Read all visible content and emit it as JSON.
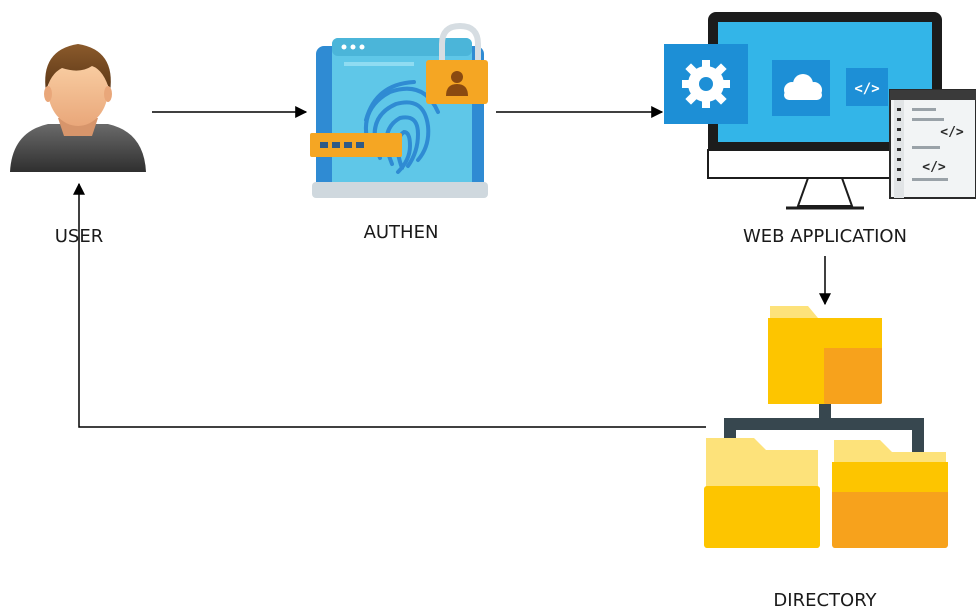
{
  "diagram": {
    "nodes": [
      {
        "id": "user",
        "label": "USER",
        "icon": "user-icon"
      },
      {
        "id": "authen",
        "label": "AUTHEN",
        "icon": "fingerprint-lock-icon"
      },
      {
        "id": "web_application",
        "label": "WEB APPLICATION",
        "icon": "monitor-app-icon"
      },
      {
        "id": "directory",
        "label": "DIRECTORY",
        "icon": "folder-tree-icon"
      }
    ],
    "edges": [
      {
        "from": "user",
        "to": "authen"
      },
      {
        "from": "authen",
        "to": "web_application"
      },
      {
        "from": "web_application",
        "to": "directory"
      },
      {
        "from": "directory",
        "to": "user"
      }
    ],
    "colors": {
      "monitor_screen": "#33b5e8",
      "tile_blue": "#1d8fd6",
      "folder_yellow": "#fdc500",
      "folder_orange": "#f7a21c",
      "connector": "#000000"
    }
  }
}
